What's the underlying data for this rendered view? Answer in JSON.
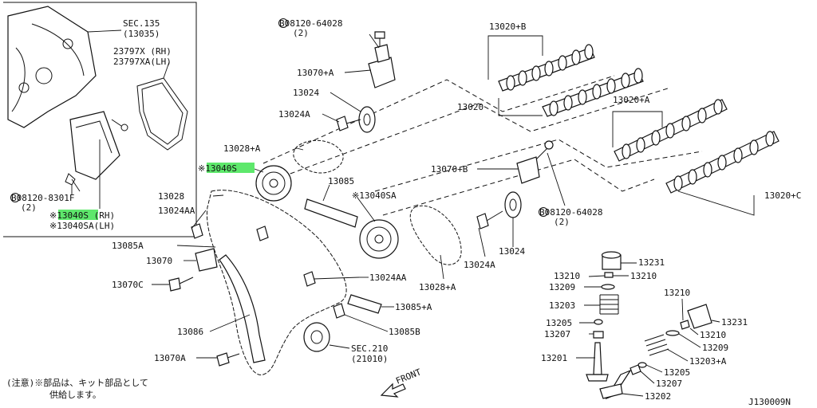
{
  "highlight_color": "#5ee86c",
  "callouts": {
    "sec135": "SEC.135",
    "sec135_ref": "(13035)",
    "gasket_rh": "23797X (RH)",
    "gasket_lh": "23797XA(LH)",
    "bolt_cover": "B08120-8301F",
    "bolt_cover_qty": "(2)",
    "sprocket_rh_side": "※13040S (RH)",
    "sprocket_lh_side": "※13040SA(LH)",
    "bolt_top": "B08120-64028",
    "bolt_top_qty": "(2)",
    "bolt_mid": "B08120-64028",
    "bolt_mid_qty": "(2)",
    "p13020b": "13020+B",
    "p13020": "13020",
    "p13020a": "13020+A",
    "p13020c": "13020+C",
    "p13070a_top": "13070+A",
    "p13024_top": "13024",
    "p13024a_top": "13024A",
    "p13028a_top": "13028+A",
    "p13040s": "※13040S",
    "p13085": "13085",
    "p13040sa": "※13040SA",
    "p13028": "13028",
    "p13024aa_left": "13024AA",
    "p13070b": "13070+B",
    "p13085a": "13085A",
    "p13070": "13070",
    "p13070c": "13070C",
    "p13024aa_mid": "13024AA",
    "p13028a_mid": "13028+A",
    "p13024a_mid": "13024A",
    "p13024_mid": "13024",
    "p13085a_plus": "13085+A",
    "p13085b": "13085B",
    "p13086": "13086",
    "p13070a_low": "13070A",
    "sec210": "SEC.210",
    "sec210_ref": "(21010)",
    "p13231_a": "13231",
    "p13210_a": "13210",
    "p13210_b": "13210",
    "p13209_a": "13209",
    "p13203": "13203",
    "p13205_a": "13205",
    "p13207_a": "13207",
    "p13201": "13201",
    "p13210_c": "13210",
    "p13231_b": "13231",
    "p13210_d": "13210",
    "p13209_b": "13209",
    "p13203a": "13203+A",
    "p13205_b": "13205",
    "p13207_b": "13207",
    "p13202": "13202"
  },
  "footer": {
    "note_line1": "(注意)※部品は、キット部品として",
    "note_line2": "供給します。",
    "front": "FRONT",
    "drawing_id": "J130009N"
  }
}
